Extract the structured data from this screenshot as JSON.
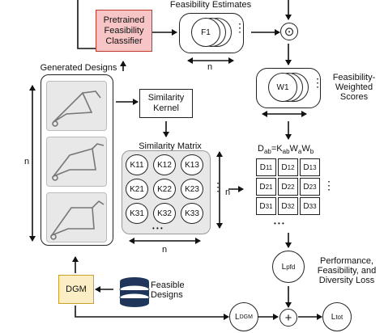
{
  "top": {
    "feasibility_estimates": "Feasibility Estimates",
    "classifier": [
      "Pretrained",
      "Feasibility",
      "Classifier"
    ],
    "f1": "F1",
    "n_top": "n"
  },
  "weights": {
    "w1": "W1",
    "label": [
      "Feasibility-",
      "Weighted",
      "Scores"
    ]
  },
  "designs": {
    "title": "Generated Designs",
    "n_label": "n"
  },
  "kernel": {
    "label": [
      "Similarity",
      "Kernel"
    ]
  },
  "similarity": {
    "title": "Similarity Matrix",
    "cells": [
      [
        "K11",
        "K12",
        "K13"
      ],
      [
        "K21",
        "K22",
        "K23"
      ],
      [
        "K31",
        "K32",
        "K33"
      ]
    ],
    "n_right": "n",
    "n_bottom": "n"
  },
  "d_matrix": {
    "formula_base": "D",
    "formula_sub": "ab",
    "formula_eq": "=K",
    "formula_sub2": "ab",
    "formula_w": "W",
    "formula_sub3": "a",
    "formula_w2": "W",
    "formula_sub4": "b",
    "cells": [
      [
        {
          "b": "D",
          "s": "11"
        },
        {
          "b": "D",
          "s": "12"
        },
        {
          "b": "D",
          "s": "13"
        }
      ],
      [
        {
          "b": "D",
          "s": "21"
        },
        {
          "b": "D",
          "s": "22"
        },
        {
          "b": "D",
          "s": "23"
        }
      ],
      [
        {
          "b": "D",
          "s": "31"
        },
        {
          "b": "D",
          "s": "32"
        },
        {
          "b": "D",
          "s": "33"
        }
      ]
    ]
  },
  "loss": {
    "pfd_base": "L",
    "pfd_sub": "pfd",
    "pfd_label": [
      "Performance,",
      "Feasibility, and",
      "Diversity Loss"
    ],
    "dgm_base": "L",
    "dgm_sub": "DGM",
    "tot_base": "L",
    "tot_sub": "tot",
    "plus": "+"
  },
  "bottom": {
    "dgm": "DGM",
    "feasible": [
      "Feasible",
      "Designs"
    ]
  },
  "symbols": {
    "odot": "⊙",
    "ellipsis_v": "⋮",
    "ellipsis_h": "• • •"
  },
  "colors": {
    "classifier_fill": "#f7c5c5",
    "classifier_border": "#c0392b",
    "dgm_fill": "#fbeec5",
    "dgm_border": "#c9a227",
    "db_icon": "#1f3559",
    "panel": "#e8e8e8"
  }
}
